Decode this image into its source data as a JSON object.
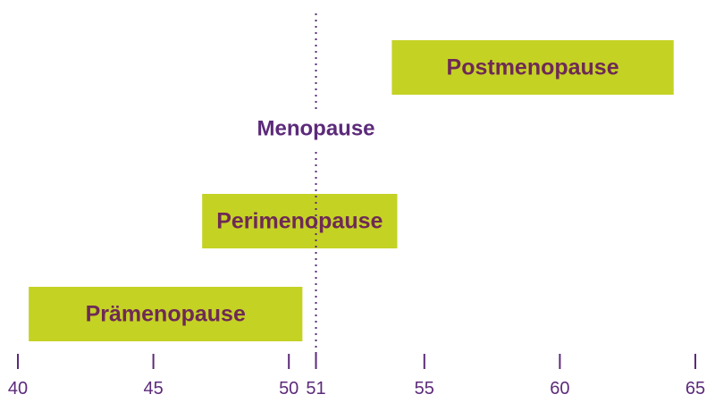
{
  "chart_data": {
    "type": "bar",
    "orientation": "horizontal-range",
    "colors": {
      "bar": "#c4d224",
      "bar_text": "#6e2a55",
      "axis": "#5c2a7a"
    },
    "xlim": [
      40,
      65
    ],
    "ticks": [
      40,
      45,
      50,
      51,
      55,
      60,
      65
    ],
    "bars": [
      {
        "label": "Postmenopause",
        "start": 53.8,
        "end": 64.2
      },
      {
        "label": "Perimenopause",
        "start": 46.8,
        "end": 54.0
      },
      {
        "label": "Prämenopause",
        "start": 40.4,
        "end": 50.5
      }
    ],
    "marker": {
      "label": "Menopause",
      "value": 51
    },
    "grid": false
  }
}
